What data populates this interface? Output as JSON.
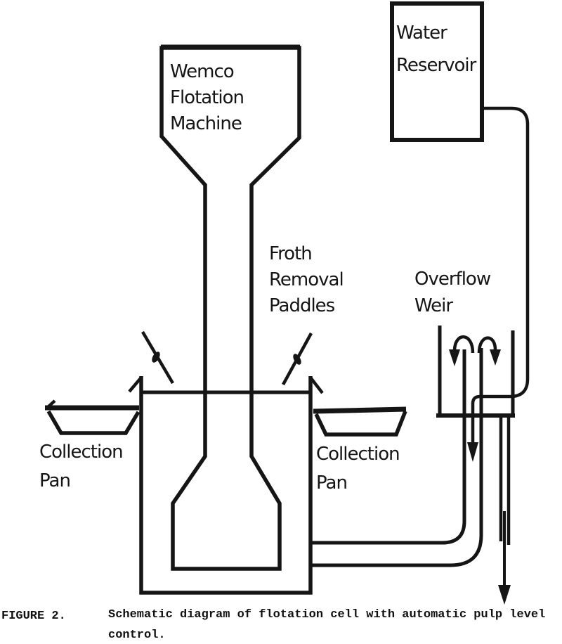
{
  "colors": {
    "background": "#ffffff",
    "ink": "#151515"
  },
  "labels": {
    "flotation_machine": "Wemco\nFlotation\nMachine",
    "water_reservoir": "Water\nReservoir",
    "froth_paddles": "Froth\nRemoval\nPaddles",
    "overflow_weir": "Overflow\nWeir",
    "collection_pan_left": "Collection\nPan",
    "collection_pan_right": "Collection\nPan"
  },
  "caption": {
    "figure_label": "FIGURE 2.",
    "text": "Schematic diagram of flotation cell with automatic pulp level\ncontrol."
  }
}
